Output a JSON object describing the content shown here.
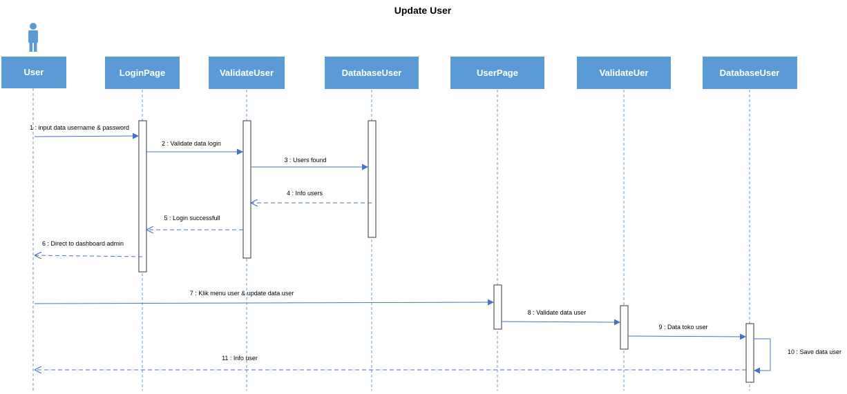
{
  "title": "Update User",
  "colors": {
    "lifeline_header": "#5b9bd5",
    "lifeline_text": "#ffffff",
    "lifeline_line": "#5b9bd5",
    "message": "#4472c4",
    "activation_border": "#333333",
    "activation_fill": "#ffffff"
  },
  "actor_icon": "person-icon",
  "lifelines": [
    {
      "id": "user",
      "label": "User",
      "actor": true
    },
    {
      "id": "loginpage",
      "label": "LoginPage"
    },
    {
      "id": "validateuser",
      "label": "ValidateUser"
    },
    {
      "id": "databaseuser1",
      "label": "DatabaseUser"
    },
    {
      "id": "userpage",
      "label": "UserPage"
    },
    {
      "id": "validateuer",
      "label": "ValidateUer"
    },
    {
      "id": "databaseuser2",
      "label": "DatabaseUser"
    }
  ],
  "messages": [
    {
      "num": 1,
      "label": "1 : input data username & password",
      "from": "user",
      "to": "loginpage",
      "kind": "sync"
    },
    {
      "num": 2,
      "label": "2 : Validate data login",
      "from": "loginpage",
      "to": "validateuser",
      "kind": "sync"
    },
    {
      "num": 3,
      "label": "3 : Users found",
      "from": "validateuser",
      "to": "databaseuser1",
      "kind": "sync"
    },
    {
      "num": 4,
      "label": "4 : Info users",
      "from": "databaseuser1",
      "to": "validateuser",
      "kind": "return"
    },
    {
      "num": 5,
      "label": "5 : Login successfull",
      "from": "validateuser",
      "to": "loginpage",
      "kind": "return"
    },
    {
      "num": 6,
      "label": "6 : Direct to dashboard admin",
      "from": "loginpage",
      "to": "user",
      "kind": "return"
    },
    {
      "num": 7,
      "label": "7 : Klik menu user & update data user",
      "from": "user",
      "to": "userpage",
      "kind": "sync"
    },
    {
      "num": 8,
      "label": "8 : Validate data user",
      "from": "userpage",
      "to": "validateuer",
      "kind": "sync"
    },
    {
      "num": 9,
      "label": "9 : Data toko user",
      "from": "validateuer",
      "to": "databaseuser2",
      "kind": "sync"
    },
    {
      "num": 10,
      "label": "10 : Save data user",
      "from": "databaseuser2",
      "to": "databaseuser2",
      "kind": "self"
    },
    {
      "num": 11,
      "label": "11 : Info user",
      "from": "databaseuser2",
      "to": "user",
      "kind": "return"
    }
  ]
}
